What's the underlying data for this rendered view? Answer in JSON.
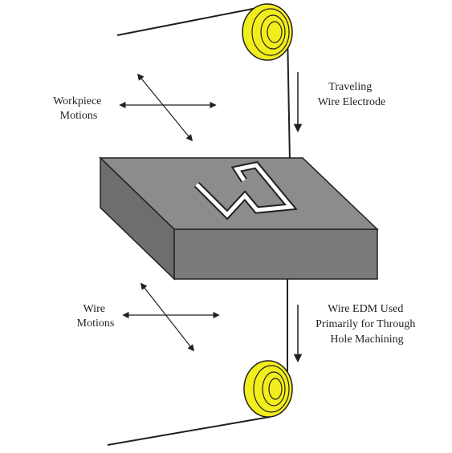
{
  "labels": {
    "workpiece_motions": [
      "Workpiece",
      "Motions"
    ],
    "traveling_wire": [
      "Traveling",
      "Wire Electrode"
    ],
    "wire_motions": [
      "Wire",
      "Motions"
    ],
    "wire_edm_note": [
      "Wire EDM Used",
      "Primarily for Through",
      "Hole Machining"
    ]
  },
  "colors": {
    "block_top": "#8c8c8c",
    "block_front": "#7a7a7a",
    "block_side": "#6e6e6e",
    "spool": "#f2ee1c",
    "line": "#231f20"
  },
  "icons": {
    "spool": "wire-spool",
    "arrow": "motion-arrow"
  }
}
